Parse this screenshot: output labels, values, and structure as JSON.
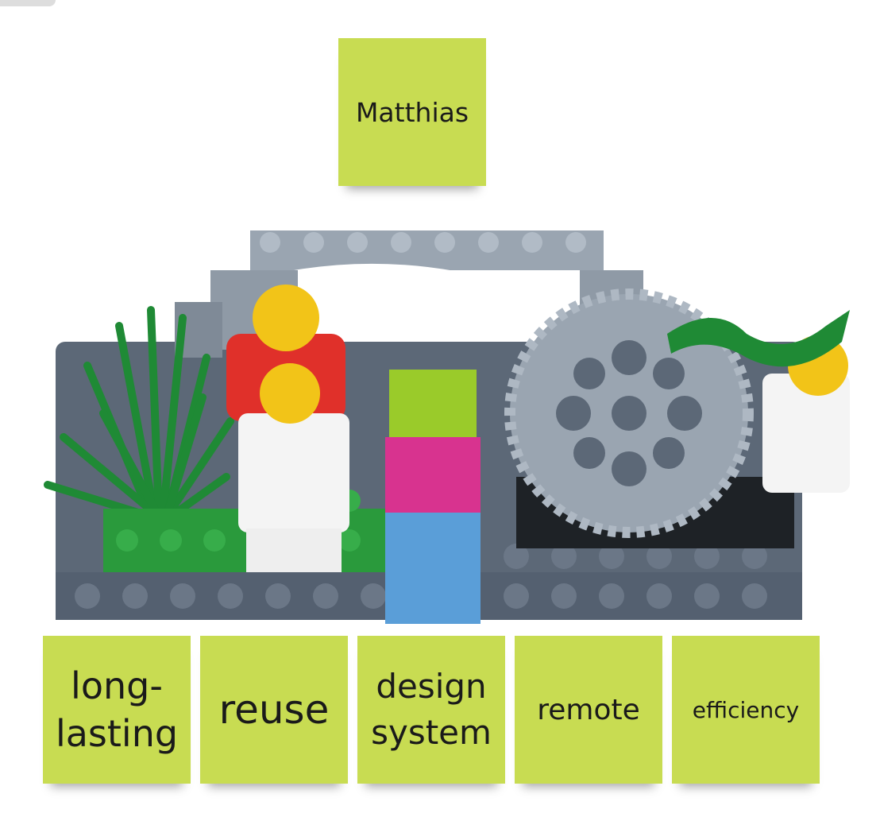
{
  "notes": {
    "name": "Matthias",
    "tags": [
      {
        "line1": "long-",
        "line2": "lasting"
      },
      {
        "line1": "reuse"
      },
      {
        "line1": "design",
        "line2": "system"
      },
      {
        "line1": "remote"
      },
      {
        "line1": "efficiency"
      }
    ]
  },
  "colors": {
    "note": "#c8dc52",
    "note_edge": "#b9cf43",
    "baseplate": "#5c6877",
    "light_grey": "#9aa5b1",
    "green": "#2a9a3c",
    "lime": "#9acb2a",
    "magenta": "#d8338f",
    "blue": "#5a9ed8",
    "red": "#e0302a",
    "yellow": "#f2c418",
    "white": "#f4f4f4"
  }
}
